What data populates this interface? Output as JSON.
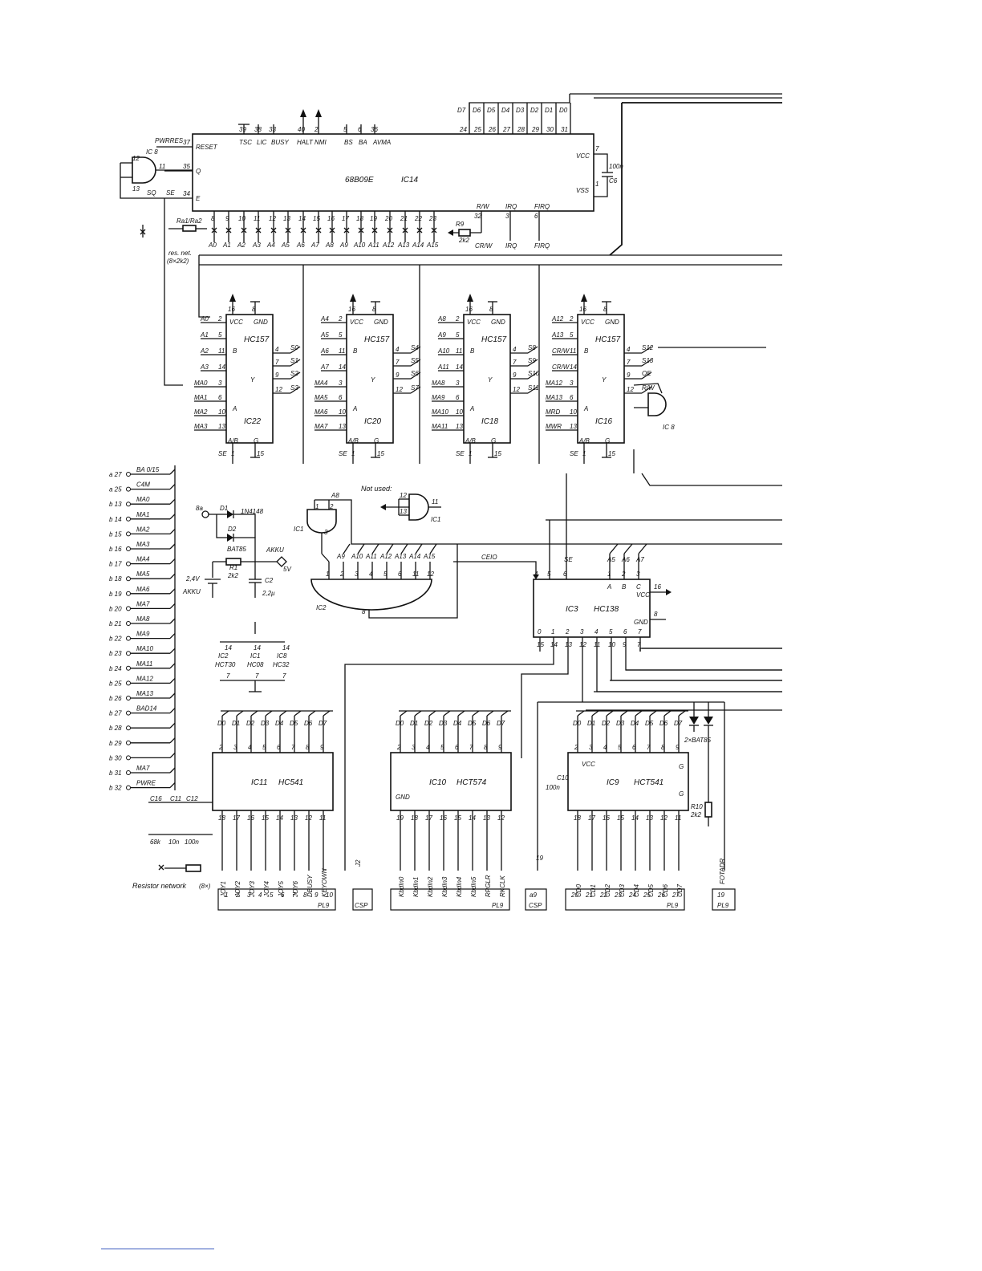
{
  "cpu": {
    "name": "68B09E",
    "ref": "IC14",
    "top_pins": [
      "39",
      "38",
      "33",
      "40",
      "2",
      "5",
      "6",
      "36"
    ],
    "top_labels": [
      "TSC",
      "LIC",
      "BUSY",
      "HALT",
      "NMI",
      "BS",
      "BA",
      "AVMA"
    ],
    "data_labels": [
      "D7",
      "D6",
      "D5",
      "D4",
      "D3",
      "D2",
      "D1",
      "D0"
    ],
    "data_pins": [
      "24",
      "25",
      "26",
      "27",
      "28",
      "29",
      "30",
      "31"
    ],
    "left_labels": [
      "RESET",
      "Q",
      "E"
    ],
    "left_pins": [
      "37",
      "35",
      "34"
    ],
    "pwrres": "PWRRES",
    "vcc": "VCC",
    "vss": "VSS",
    "vcc_pin": "7",
    "vss_pin": "1",
    "cap": "100n",
    "cap_ref": "C6",
    "addr_pins": [
      "8",
      "9",
      "10",
      "11",
      "12",
      "13",
      "14",
      "15",
      "16",
      "17",
      "18",
      "19",
      "20",
      "21",
      "22",
      "23"
    ],
    "addr_labels": [
      "A0",
      "A1",
      "A2",
      "A3",
      "A4",
      "A5",
      "A6",
      "A7",
      "A8",
      "A9",
      "A10",
      "A11",
      "A12",
      "A13",
      "A14",
      "A15"
    ],
    "rw_label": "R/W",
    "rw_pin": "32",
    "irq_label": "IRQ",
    "irq_pin": "3",
    "firq_label": "FIRQ",
    "firq_pin": "6",
    "r9": "R9",
    "r9_val": "2k2",
    "crw": "CR/W",
    "ra": "Ra1/Ra2",
    "resnet": "res. net.",
    "resnet_val": "(8×2k2)",
    "ic8_label": "IC 8",
    "sq": "SQ",
    "se": "SE",
    "pins_ic8": [
      "12",
      "11",
      "13"
    ]
  },
  "muxes": [
    {
      "ref": "IC22",
      "type": "HC157",
      "b_in": [
        "A0",
        "A1",
        "A2",
        "A3"
      ],
      "a_in": [
        "MA0",
        "MA1",
        "MA2",
        "MA3"
      ],
      "out": [
        "S0",
        "S1",
        "S2",
        "S3"
      ]
    },
    {
      "ref": "IC20",
      "type": "HC157",
      "b_in": [
        "A4",
        "A5",
        "A6",
        "A7"
      ],
      "a_in": [
        "MA4",
        "MA5",
        "MA6",
        "MA7"
      ],
      "out": [
        "S4",
        "S5",
        "S6",
        "S7"
      ]
    },
    {
      "ref": "IC18",
      "type": "HC157",
      "b_in": [
        "A8",
        "A9",
        "A10",
        "A11"
      ],
      "a_in": [
        "MA8",
        "MA9",
        "MA10",
        "MA11"
      ],
      "out": [
        "S8",
        "S9",
        "S10",
        "S11"
      ]
    },
    {
      "ref": "IC16",
      "type": "HC157",
      "b_in": [
        "A12",
        "A13",
        "CR/W",
        "CR/W"
      ],
      "a_in": [
        "MA12",
        "MA13",
        "MRD",
        "MWR"
      ],
      "out": [
        "S12",
        "S13",
        "OE",
        "R/W"
      ]
    }
  ],
  "mux_common": {
    "vcc": "VCC",
    "gnd": "GND",
    "vcc_pin": "16",
    "gnd_pin": "8",
    "ab": "A/B",
    "g": "G",
    "se": "SE",
    "pin1": "1",
    "pin15": "15",
    "y": "Y",
    "a": "A",
    "b": "B"
  },
  "connector_left": {
    "pins": [
      "a 27",
      "a 25",
      "b 13",
      "b 14",
      "b 15",
      "b 16",
      "b 17",
      "b 18",
      "b 19",
      "b 20",
      "b 21",
      "b 22",
      "b 23",
      "b 24",
      "b 25",
      "b 26",
      "b 27",
      "b 28",
      "b 29",
      "b 30",
      "b 31",
      "b 32"
    ],
    "labels": [
      "BA 0/15",
      "C4M",
      "MA0",
      "MA1",
      "MA2",
      "MA3",
      "MA4",
      "MA5",
      "MA6",
      "MA7",
      "MA8",
      "MA9",
      "MA10",
      "MA11",
      "MA12",
      "MA13",
      "BAD14",
      "",
      "",
      "",
      "MA7",
      "PWRE"
    ]
  },
  "power": {
    "d1": "D1",
    "d1_type": "1N4148",
    "d2": "D2",
    "d2_type": "BAT85",
    "r1": "R1",
    "r1_val": "2k2",
    "c2": "C2",
    "c2_val": "2,2μ",
    "batt": "2,4V",
    "akku": "AKKU",
    "akku_out": "AKKU",
    "v5": "5V",
    "bat_pin": "8a",
    "ic_list": [
      "IC2",
      "IC1",
      "IC8"
    ],
    "ic_types": [
      "HCT30",
      "HC08",
      "HC32"
    ],
    "pin14": "14",
    "pin7": "7"
  },
  "decoder": {
    "nand_ref": "IC1",
    "nand_in": [
      "A8"
    ],
    "nand_pins": [
      "1",
      "2",
      "3"
    ],
    "not_used": "Not used:",
    "not_used_pins": [
      "12",
      "13",
      "11"
    ],
    "not_used_ref": "IC1",
    "ic2_inputs": [
      "A9",
      "A10",
      "A11",
      "A12",
      "A13",
      "A14",
      "A15"
    ],
    "ic2_pins": [
      "1",
      "2",
      "3",
      "4",
      "5",
      "6",
      "11",
      "12"
    ],
    "ic2_ref": "IC2",
    "ic2_out": "8",
    "ceio": "CEIO",
    "hc138_ref": "IC3",
    "hc138_type": "HC138",
    "hc138_in": [
      "A5",
      "A6",
      "A7"
    ],
    "hc138_sel": [
      "A",
      "B",
      "C"
    ],
    "hc138_pins_top": [
      "4",
      "5",
      "6",
      "1",
      "2",
      "3"
    ],
    "hc138_se": "SE",
    "hc138_vcc": "VCC",
    "hc138_gnd": "GND",
    "hc138_vcc_pin": "16",
    "hc138_gnd_pin": "8",
    "hc138_out_idx": [
      "0",
      "1",
      "2",
      "3",
      "4",
      "5",
      "6",
      "7"
    ],
    "hc138_out_pins": [
      "15",
      "14",
      "13",
      "12",
      "11",
      "10",
      "9",
      "7"
    ]
  },
  "buffers": [
    {
      "ref": "IC11",
      "type": "HC541",
      "data": [
        "D0",
        "D1",
        "D2",
        "D3",
        "D4",
        "D5",
        "D6",
        "D7"
      ],
      "pins": [
        "18",
        "17",
        "16",
        "15",
        "14",
        "13",
        "12",
        "11"
      ],
      "in": [
        "JOY1",
        "JOY2",
        "JOY3",
        "JOY4",
        "JOY5",
        "JOY6",
        "DBUSY",
        "KEYOWN"
      ]
    },
    {
      "ref": "IC10",
      "type": "HCT574",
      "data": [
        "D0",
        "D1",
        "D2",
        "D3",
        "D4",
        "D5",
        "D6",
        "D7"
      ],
      "pins": [
        "19",
        "18",
        "17",
        "16",
        "15",
        "14",
        "13",
        "12"
      ],
      "in": [
        "KbdIn0",
        "KbdIn1",
        "KbdIn2",
        "KbdIn3",
        "KbdIn4",
        "KbdIn5",
        "RPGLR",
        "RKCLK"
      ]
    },
    {
      "ref": "IC9",
      "type": "HCT541",
      "data": [
        "D0",
        "D1",
        "D2",
        "D3",
        "D4",
        "D5",
        "D6",
        "D7"
      ],
      "pins": [
        "18",
        "17",
        "16",
        "15",
        "14",
        "13",
        "12",
        "11"
      ],
      "in": [
        "CD0",
        "CD1",
        "CD2",
        "CD3",
        "CD4",
        "CD5",
        "CD6",
        "CD7"
      ]
    }
  ],
  "bottom": {
    "c16": "C16",
    "c11": "C11",
    "c12": "C12",
    "v68k": "68k",
    "v10n": "10n",
    "v100n": "100n",
    "c10": "C10",
    "c10_val": "100n",
    "vcc": "VCC",
    "gnd": "GND",
    "g": "G",
    "r10": "R10",
    "r10_val": "2k2",
    "diodes": "2×BAT85",
    "resnet": "Resistor network",
    "resnet_val": "(8×)",
    "pl_labels": [
      "PL9",
      "CSP",
      "PL9",
      "CSP",
      "PL9",
      "PL9"
    ],
    "pl9_pins": [
      "20",
      "21",
      "22",
      "23",
      "24",
      "25",
      "26",
      "27"
    ],
    "mid_pin": "19",
    "fotadr": "FOTADR",
    "a9": "a9",
    "j2": "J2",
    "pins_ten": [
      "1",
      "2",
      "3",
      "4",
      "5",
      "6",
      "7",
      "8",
      "9",
      "10"
    ]
  }
}
